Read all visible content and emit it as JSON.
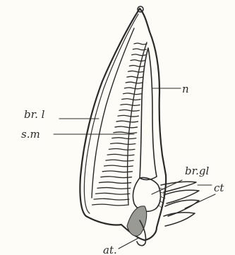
{
  "figure": {
    "labels": {
      "br_l": "br. l",
      "s_m": "s.m",
      "n": "n",
      "br_gl": "br.gl",
      "ct": "ct",
      "at": "at."
    },
    "colors": {
      "ink": "#2a2a2a",
      "paper": "#fdfcf7"
    }
  }
}
